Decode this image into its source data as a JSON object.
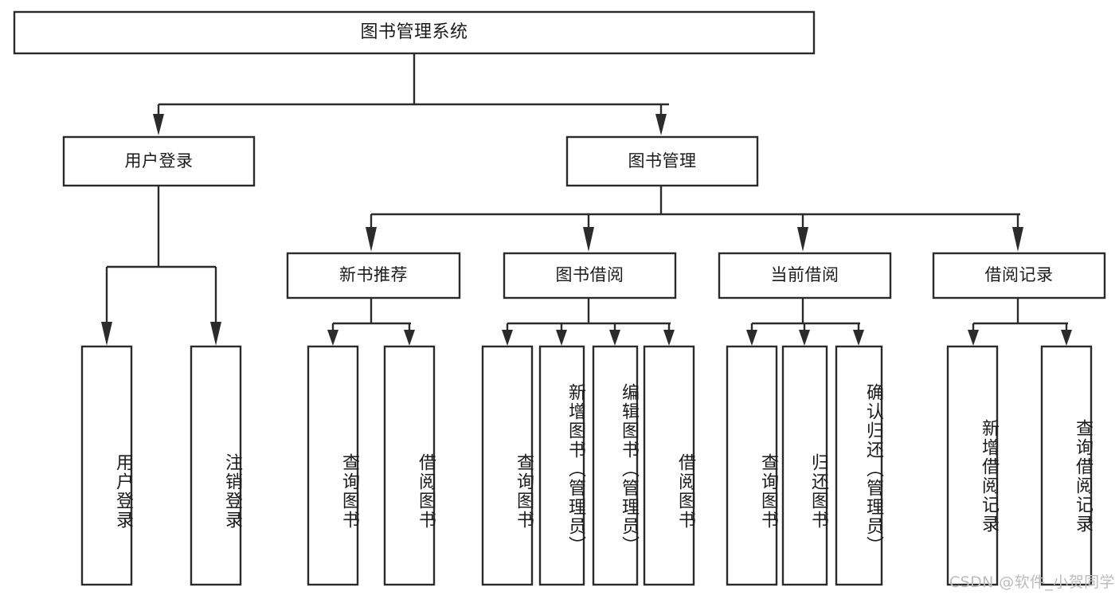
{
  "diagram": {
    "title": "图书管理系统",
    "type": "tree-hierarchy-diagram",
    "colors": {
      "box_stroke": "#2b2b2b",
      "box_fill": "#ffffff",
      "connector": "#2b2b2b",
      "text": "#1b1b1b",
      "watermark": "#bcbcbc",
      "background": "#ffffff"
    },
    "nodes": {
      "root": {
        "label": "图书管理系统"
      },
      "level2": [
        {
          "label": "用户登录"
        },
        {
          "label": "图书管理"
        }
      ],
      "level3": [
        {
          "label": "新书推荐"
        },
        {
          "label": "图书借阅"
        },
        {
          "label": "当前借阅"
        },
        {
          "label": "借阅记录"
        }
      ],
      "leaves_user_login": [
        {
          "label": "用户登录"
        },
        {
          "label": "注销登录"
        }
      ],
      "leaves_new_book": [
        {
          "label": "查询图书"
        },
        {
          "label": "借阅图书"
        }
      ],
      "leaves_borrow": [
        {
          "label": "查询图书"
        },
        {
          "label": "新增图书（管理员）"
        },
        {
          "label": "编辑图书（管理员）"
        },
        {
          "label": "借阅图书"
        }
      ],
      "leaves_current": [
        {
          "label": "查询图书"
        },
        {
          "label": "归还图书"
        },
        {
          "label": "确认归还（管理员）"
        }
      ],
      "leaves_record": [
        {
          "label": "新增借阅记录"
        },
        {
          "label": "查询借阅记录"
        }
      ]
    },
    "watermark": "CSDN @软件_小贺同学"
  }
}
